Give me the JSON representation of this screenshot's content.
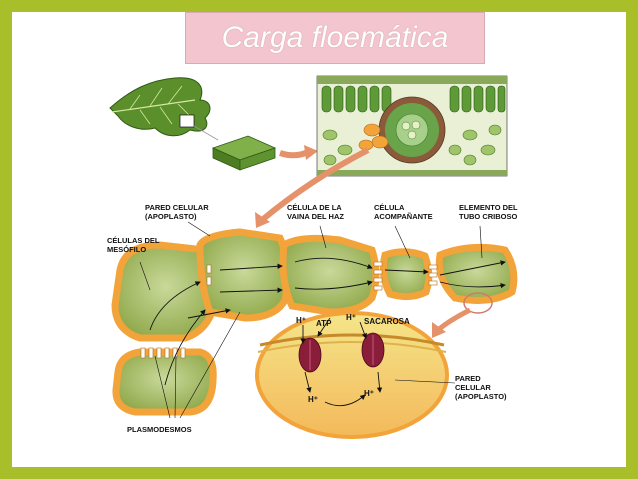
{
  "title": "Carga floemática",
  "labels": {
    "pared_celular_1": "PARED CELULAR",
    "pared_celular_1b": "(APOPLASTO)",
    "celulas_mesofilo_1": "CÉLULAS DEL",
    "celulas_mesofilo_2": "MESÓFILO",
    "vaina_1": "CÉLULA DE LA",
    "vaina_2": "VAINA DEL HAZ",
    "acompanante_1": "CÉLULA",
    "acompanante_2": "ACOMPAÑANTE",
    "tubo_1": "ELEMENTO DEL",
    "tubo_2": "TUBO CRIBOSO",
    "plasmodesmos": "PLASMODESMOS",
    "h_plus_1": "H⁺",
    "atp": "ATP",
    "h_plus_2": "H⁺",
    "sacarosa": "SACAROSA",
    "h_plus_3": "H⁺",
    "h_plus_4": "H⁺",
    "pared_celular_2a": "PARED",
    "pared_celular_2b": "CELULAR",
    "pared_celular_2c": "(APOPLASTO)"
  },
  "colors": {
    "frame_border": "#a8bf2a",
    "title_bg": "#f2c5cf",
    "cell_fill": "#b9cc78",
    "cell_wall": "#f2a33a",
    "membrane_protein": "#8a1d3a"
  }
}
